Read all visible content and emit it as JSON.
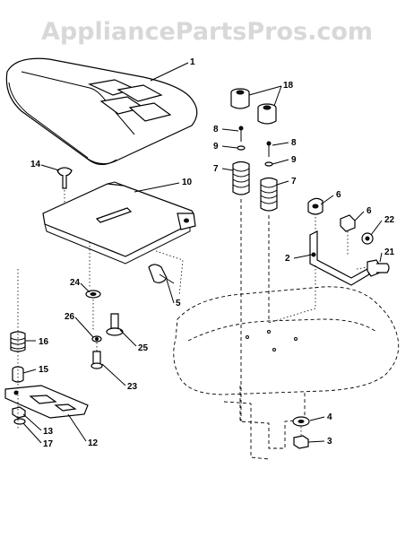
{
  "watermark": "AppliancePartsPros.com",
  "labels": {
    "l1": "1",
    "l18": "18",
    "l8a": "8",
    "l9a": "9",
    "l7a": "7",
    "l8b": "8",
    "l9b": "9",
    "l7b": "7",
    "l14": "14",
    "l10": "10",
    "l6a": "6",
    "l6b": "6",
    "l22": "22",
    "l2": "2",
    "l21": "21",
    "l5": "5",
    "l24": "24",
    "l26": "26",
    "l25": "25",
    "l16": "16",
    "l15": "15",
    "l23": "23",
    "l13": "13",
    "l17": "17",
    "l12": "12",
    "l4": "4",
    "l3": "3"
  }
}
